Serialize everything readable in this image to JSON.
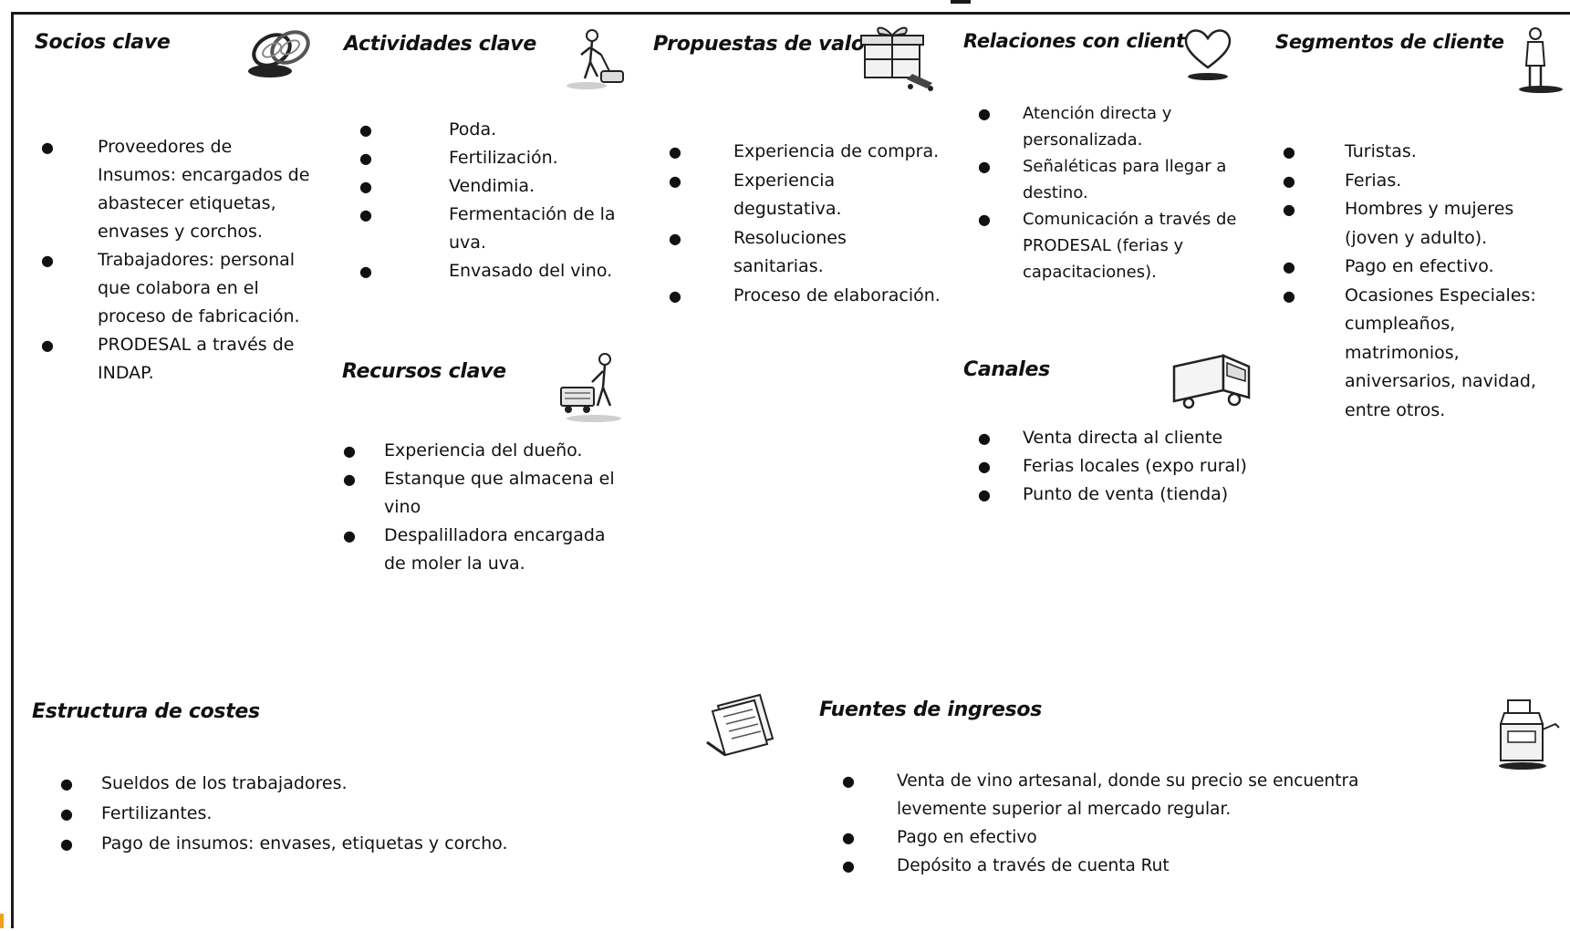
{
  "canvas": {
    "blocks": {
      "socios_clave": {
        "title": "Socios clave",
        "icon": "chain-links-icon",
        "items": [
          "Proveedores de Insumos: encargados de abastecer etiquetas, envases y corchos.",
          "Trabajadores: personal que colabora en el proceso de fabricación.",
          "PRODESAL a través de INDAP."
        ]
      },
      "actividades_clave": {
        "title": "Actividades clave",
        "icon": "worker-vacuum-icon",
        "items": [
          "Poda.",
          "Fertilización.",
          "Vendimia.",
          "Fermentación de la uva.",
          "Envasado del vino."
        ]
      },
      "recursos_clave": {
        "title": "Recursos clave",
        "icon": "worker-cart-icon",
        "items": [
          "Experiencia del dueño.",
          "Estanque que almacena el vino",
          "Despalilladora encargada de moler la uva."
        ]
      },
      "propuestas_de_valor": {
        "title": "Propuestas de valor",
        "icon": "gift-box-icon",
        "items": [
          "Experiencia de compra.",
          "Experiencia degustativa.",
          "Resoluciones sanitarias.",
          "Proceso de elaboración."
        ]
      },
      "relaciones_con_clientes": {
        "title": "Relaciones con clientes",
        "icon": "heart-icon",
        "items": [
          "Atención directa y personalizada.",
          "Señaléticas para llegar a destino.",
          "Comunicación a través de PRODESAL (ferias y capacitaciones)."
        ]
      },
      "canales": {
        "title": "Canales",
        "icon": "delivery-truck-icon",
        "items": [
          "Venta directa al cliente",
          "Ferias locales (expo rural)",
          "Punto de venta (tienda)"
        ]
      },
      "segmentos_de_cliente": {
        "title": "Segmentos de cliente",
        "icon": "standing-person-icon",
        "items": [
          "Turistas.",
          "Ferias.",
          "Hombres y mujeres (joven y adulto).",
          "Pago en efectivo.",
          "Ocasiones Especiales: cumpleaños, matrimonios, aniversarios, navidad, entre otros."
        ]
      },
      "estructura_de_costes": {
        "title": "Estructura de costes",
        "icon": "document-stack-icon",
        "items": [
          "Sueldos de los trabajadores.",
          "Fertilizantes.",
          "Pago de insumos: envases, etiquetas y corcho."
        ]
      },
      "fuentes_de_ingresos": {
        "title": "Fuentes de ingresos",
        "icon": "cash-register-icon",
        "items": [
          "Venta de vino artesanal, donde su precio se encuentra levemente superior al mercado regular.",
          "Pago en efectivo",
          "Depósito a través de cuenta Rut"
        ]
      }
    }
  }
}
